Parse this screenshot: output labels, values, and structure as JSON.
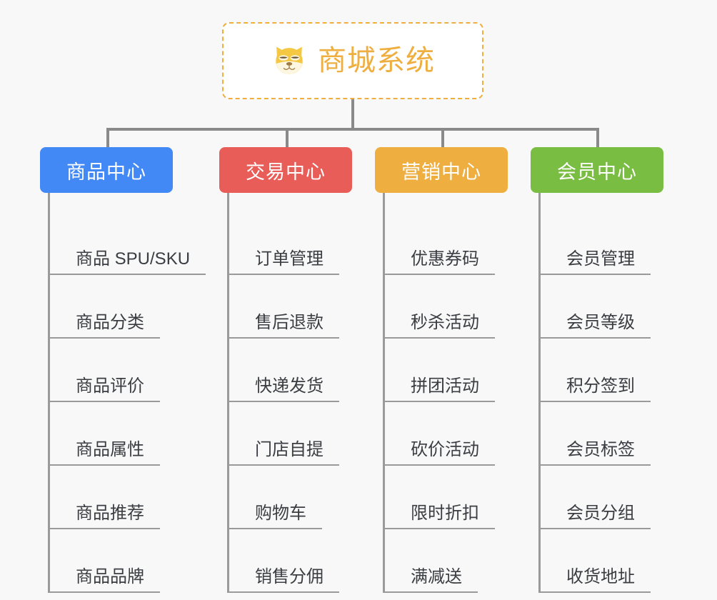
{
  "diagram": {
    "type": "org-chart",
    "background_color": "#f8f8f8",
    "connector_color": "#8a8a8a",
    "root": {
      "label": "商城系统",
      "icon": "shiba-inu-face-emoji",
      "text_color": "#eeae40",
      "border_color": "#eeae40",
      "border_style": "dashed",
      "background_color": "#ffffff"
    },
    "branches": [
      {
        "label": "商品中心",
        "color": "#4389f5",
        "width": 186,
        "items": [
          "商品 SPU/SKU",
          "商品分类",
          "商品评价",
          "商品属性",
          "商品推荐",
          "商品品牌"
        ]
      },
      {
        "label": "交易中心",
        "color": "#e95d58",
        "width": 186,
        "items": [
          "订单管理",
          "售后退款",
          "快递发货",
          "门店自提",
          "购物车",
          "销售分佣"
        ]
      },
      {
        "label": "营销中心",
        "color": "#eeae40",
        "width": 186,
        "items": [
          "优惠券码",
          "秒杀活动",
          "拼团活动",
          "砍价活动",
          "限时折扣",
          "满减送"
        ]
      },
      {
        "label": "会员中心",
        "color": "#79bd42",
        "width": 186,
        "items": [
          "会员管理",
          "会员等级",
          "积分签到",
          "会员标签",
          "会员分组",
          "收货地址"
        ]
      }
    ]
  }
}
